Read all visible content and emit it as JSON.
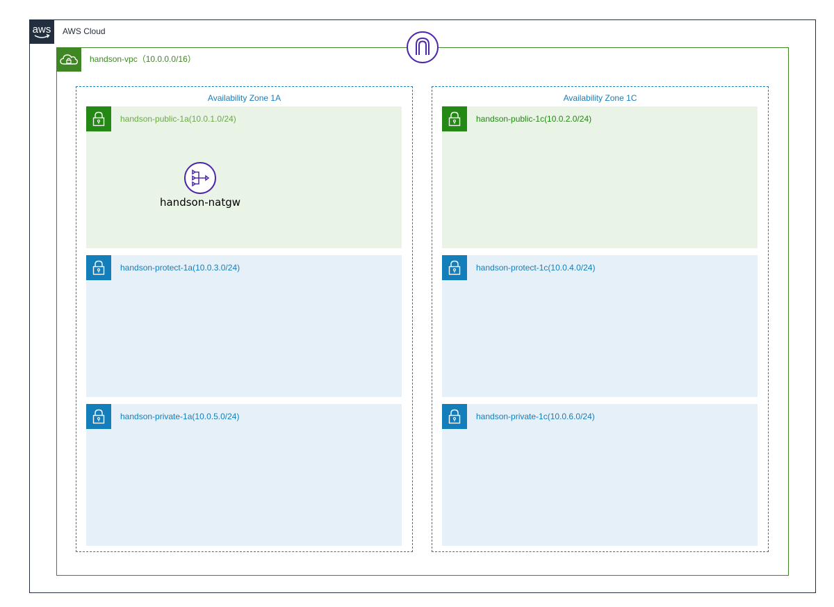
{
  "colors": {
    "cloud_border": "#232f3e",
    "vpc_green": "#3f8624",
    "az_blue": "#147eba",
    "public_fill": "#e9f3e6",
    "private_fill": "#e6f0f8",
    "public_icon": "#248814",
    "private_icon": "#147eba",
    "gateway_purple": "#4d27aa"
  },
  "cloud": {
    "label": "AWS Cloud",
    "logo_text": "aws",
    "icon": "aws-logo-icon"
  },
  "vpc": {
    "label": "handson-vpc（10.0.0.0/16）",
    "icon": "vpc-cloud-icon"
  },
  "internet_gateway": {
    "icon": "internet-gateway-icon"
  },
  "zones": [
    {
      "label": "Availability Zone 1A"
    },
    {
      "label": "Availability Zone 1C"
    }
  ],
  "subnets": {
    "public_1a": {
      "label": "handson-public-1a(10.0.1.0/24)",
      "icon": "lock-icon"
    },
    "public_1c": {
      "label": "handson-public-1c(10.0.2.0/24)",
      "icon": "lock-icon"
    },
    "protect_1a": {
      "label": "handson-protect-1a(10.0.3.0/24)",
      "icon": "lock-icon"
    },
    "protect_1c": {
      "label": "handson-protect-1c(10.0.4.0/24)",
      "icon": "lock-icon"
    },
    "private_1a": {
      "label": "handson-private-1a(10.0.5.0/24)",
      "icon": "lock-icon"
    },
    "private_1c": {
      "label": "handson-private-1c(10.0.6.0/24)",
      "icon": "lock-icon"
    }
  },
  "natgw": {
    "label": "handson-natgw",
    "icon": "nat-gateway-icon"
  }
}
